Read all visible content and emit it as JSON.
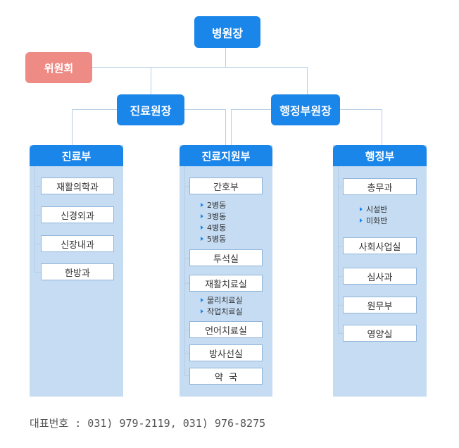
{
  "top": {
    "director": "병원장",
    "committee": "위원회"
  },
  "mid": {
    "medical_director": "진료원장",
    "admin_director": "행정부원장"
  },
  "columns": {
    "medical": {
      "title": "진료부",
      "items": [
        "재활의학과",
        "신경외과",
        "신장내과",
        "한방과"
      ]
    },
    "support": {
      "title": "진료지원부",
      "items": [
        "간호부",
        "투석실",
        "재활치료실",
        "언어치료실",
        "방사선실",
        "약  국"
      ],
      "nursing_subs": [
        "2병동",
        "3병동",
        "4병동",
        "5병동"
      ],
      "rehab_subs": [
        "물리치료실",
        "작업치료실"
      ]
    },
    "admin": {
      "title": "행정부",
      "items": [
        "총무과",
        "사회사업실",
        "심사과",
        "원무부",
        "영양실"
      ],
      "general_subs": [
        "시설반",
        "미화반"
      ]
    }
  },
  "footer": "대표번호 : 031) 979-2119, 031) 976-8275"
}
